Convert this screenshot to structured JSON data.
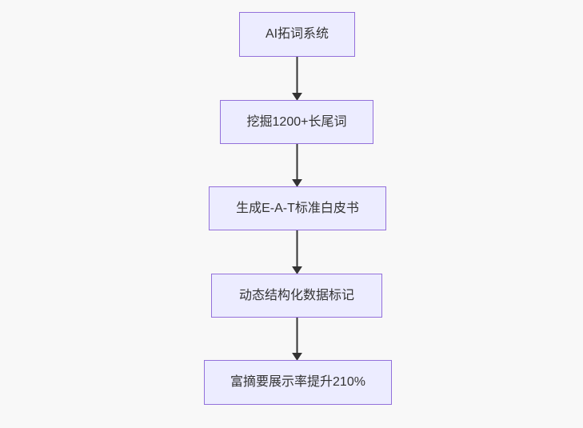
{
  "diagram": {
    "type": "flowchart",
    "direction": "top-down",
    "nodes": [
      {
        "label": "AI拓词系统"
      },
      {
        "label": "挖掘1200+长尾词"
      },
      {
        "label": "生成E-A-T标准白皮书"
      },
      {
        "label": "动态结构化数据标记"
      },
      {
        "label": "富摘要展示率提升210%"
      }
    ],
    "edges": [
      {
        "from": 0,
        "to": 1,
        "arrow": "down"
      },
      {
        "from": 1,
        "to": 2,
        "arrow": "down"
      },
      {
        "from": 2,
        "to": 3,
        "arrow": "down"
      },
      {
        "from": 3,
        "to": 4,
        "arrow": "down"
      }
    ],
    "style": {
      "node_fill": "#ECECFF",
      "node_border": "#9370DB",
      "arrow_color": "#333333",
      "text_color": "#333333",
      "page_background": "#f8f8f8"
    }
  }
}
